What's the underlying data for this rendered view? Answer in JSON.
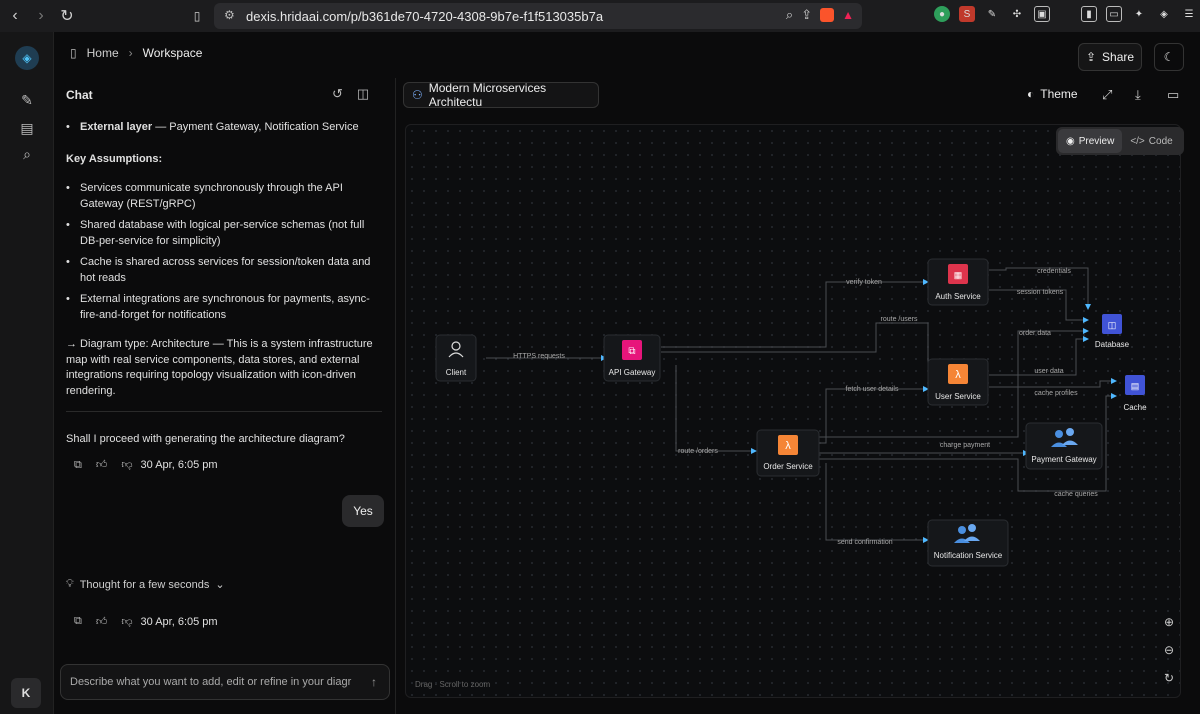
{
  "browser": {
    "url": "dexis.hridaai.com/p/b361de70-4720-4308-9b7e-f1f513035b7a"
  },
  "nav": {
    "home": "Home",
    "workspace": "Workspace",
    "share": "Share"
  },
  "rail": {
    "avatar": "K"
  },
  "chat": {
    "title": "Chat",
    "external_layer_bold": "External layer",
    "external_layer_text": " — Payment Gateway, Notification Service",
    "key_assumptions": "Key Assumptions:",
    "assumptions": [
      "Services communicate synchronously through the API Gateway (REST/gRPC)",
      "Shared database with logical per-service schemas (not full DB-per-service for simplicity)",
      "Cache is shared across services for session/token data and hot reads",
      "External integrations are synchronous for payments, async-fire-and-forget for notifications"
    ],
    "diagram_type": "→ Diagram type: Architecture — This is a system infrastructure map with real service components, data stores, and external integrations requiring topology visualization with icon-driven rendering.",
    "question": "Shall I proceed with generating the architecture diagram?",
    "timestamp1": "30 Apr, 6:05 pm",
    "user_reply": "Yes",
    "thought": "Thought for a few seconds",
    "timestamp2": "30 Apr, 6:05 pm",
    "composer_placeholder": "Describe what you want to add, edit or refine in your diagr"
  },
  "canvas": {
    "diagram_title": "Modern Microservices Architectu",
    "theme": "Theme",
    "preview": "Preview",
    "code": "Code",
    "hint": "Drag · Scroll to zoom"
  },
  "diagram": {
    "nodes": {
      "client": "Client",
      "api_gateway": "API Gateway",
      "auth": "Auth Service",
      "user": "User Service",
      "order": "Order Service",
      "database": "Database",
      "cache": "Cache",
      "payment": "Payment Gateway",
      "notification": "Notification Service"
    },
    "edges": {
      "https": "HTTPS requests",
      "verify_token": "verify token",
      "route_users": "route /users",
      "route_orders": "route /orders",
      "fetch_user": "fetch user details",
      "credentials": "credentials",
      "session_tokens": "session tokens",
      "order_data": "order data",
      "user_data": "user data",
      "cache_profiles": "cache profiles",
      "charge_payment": "charge payment",
      "cache_queries": "cache queries",
      "send_confirmation": "send confirmation"
    }
  },
  "colors": {
    "aws_orange": "#f58536",
    "auth_red": "#dd344c",
    "gateway_pink": "#e7157b",
    "db_blue": "#4053d6",
    "edge": "#4a4d52"
  }
}
